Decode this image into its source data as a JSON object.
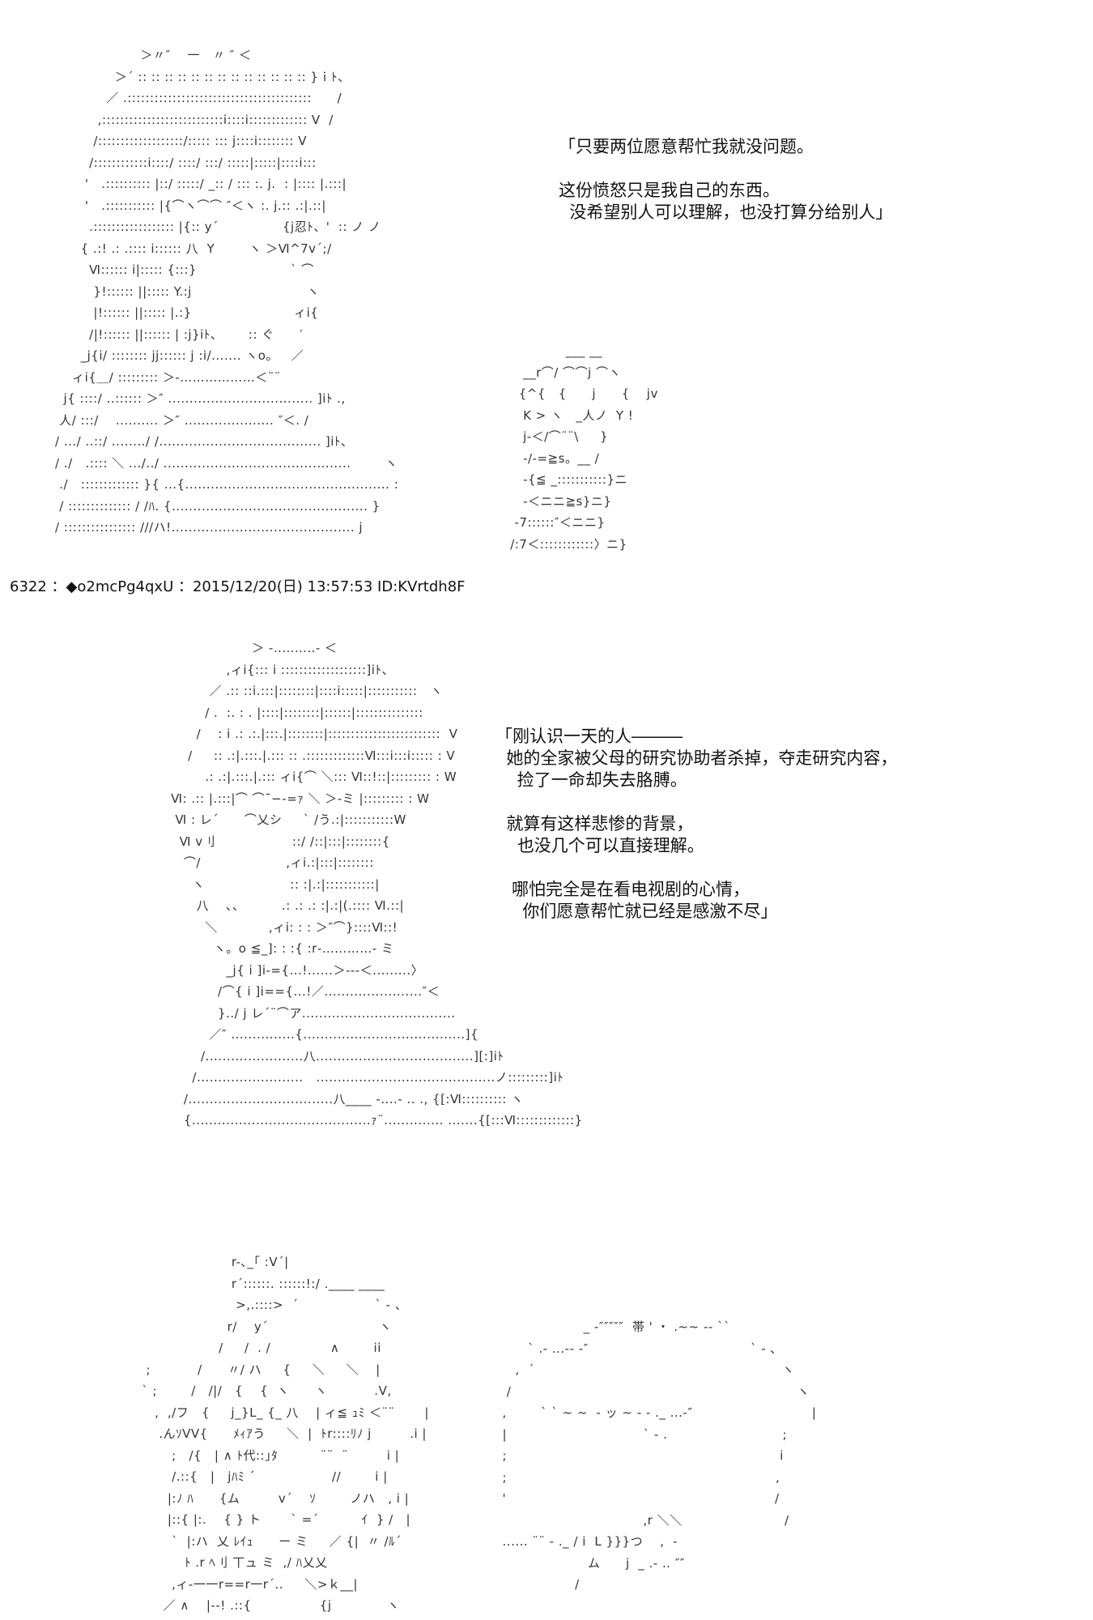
{
  "block1": {
    "character_art": "                    ＞〃″    一   〃 ″ ＜\n              ＞´ :: :: :: :: :: :: :: :: :: :: :: :: :: }ｉﾄ、\n            ／ .:::::::::::::::::::::::::::::::::::::::::      /\n          ,:::::::::::::::::::::::::::i::::i::::::::::::: V  /\n         /:::::::::::::::::::/::::: ::: j::::i:::::::: V\n        /::::::::::::i::::/ ::::/ :::/ :::::|:::::|::::i:::\n       '   .:::::::::: |::/ :::::/ _:: / ::: :. j.  : |:::: |.:::|\n       '   .::::::::::: |{⌒ヽ⌒⌒ ″＜ヽ :. j.:: .:|.::|\n        .:::::::::::::::::: |{:: y´               {j忍ﾄ、'  :: ノ ノ\n      { .:! .: .:::: i:::::: 八  Y        ヽ ＞Ⅵ^7v´;/\n        Ⅵ:::::: i|::::: {:::}                      ` ⌒\n         }!:::::: ||::::: Y.:j                           ヽ\n         |!:::::: ||::::: |.:}                        ィi{\n        /|!:::::: ||:::::: | :j}iﾄ、      :: ぐ      ′\n      _j{i/ :::::::: jj:::::: j :i/....... ヽo。   ／\n    ィi{＿/ ::::::::: ＞-………………＜¨¨\n  j{ ::::/ ..:::::: ＞″ .................................. ]iﾄ .,\n 人/ :::/    .......... ＞″ ..................... ″＜. /\n/ .../ ..::/ ......../ /...................................... ]iﾄ、\n/ ./   .:::: ＼ .../../ ............................................        ヽ\n ./   ::::::::::::: }{ ...{................................................ :\n / :::::::::::::: / /ﾊ. {.............................................. }\n/ :::::::::::::::: ///ハ!........................................... j",
    "fist_art": "              ___ __\n    __r⌒/ ⌒⌒j ⌒ヽ\n   {^{   {      j      {    jv\n    K > ヽ   _人ノ  Y !\n    j-＜/⌒¨¨\\     }\n    -/-=≧s。__ /\n    -{≦ _:::::::::::}ニ\n    -＜ニニ≧s}ニ}\n  -7::::::″＜ニニ}\n /:7＜::::::::::::〉ニ}",
    "dialog": "「只要两位愿意帮忙我就没问题。\n\n这份愤怒只是我自己的东西。\n  没希望别人可以理解，也没打算分给别人」"
  },
  "post_header": "6322 ：◆o2mcPg4qxU ：2015/12/20(日) 13:57:53 ID:KVrtdh8F",
  "block2": {
    "character_art": "                       ＞ -‥……‥- ＜\n                 ,ィi{::: i :::::::::::::::::::]iﾄ、\n             ／ .:: ::i.:::|::::::::|::::i:::::|:::::::::::   ヽ\n            / .  :. : . |::::|::::::::|::::::|:::::::::::::::\n          /    : i .: .:.|:::.|::::::::|:::::::::::::::::::::::::  V\n        /     :: .:|.:::.|.::: :: .:::::::::::::Ⅵ:::i:::i::::: : V\n            .: .:|.:::.|.::: ィi{⌒ ＼::: Ⅵ::!::|::::::::: : W\n    Ⅵ: .:: |.:::|⌒ ⌒¯−‐=ｧ ＼ ＞-ミ |::::::::: : W\n     Ⅵ : レ´      ⌒乂シ     ` /う.:|:::::::::::W\n      Ⅵ v刂                  ::/ /::|:::|::::::::{\n       ⌒/                    ,ィi.:|:::|::::::::\n         ヽ                    :: :|.:|:::::::::::|\n          八    ､､          .: .: .: :|.:|(.:::: Ⅵ.::|\n            ＼            ,ィi: : : ＞″⌒}::::Ⅵ::!\n              ヽ。o ≦_]: : :{ :r‐…………‐ ミ\n                 _j{ i ]i-={...!......＞---＜.........〉\n               /⌒{ i ]i=={...!／.......................″＜\n               }../ j レ´¨⌒ア....................................\n             ／″ ...............{......................................]{\n           /.......................八.....................................][:]iﾄ\n         /.........................   ..........................................ノ:::::::::]iﾄ\n       /..................................八____ -‥‥- .. ., {[:Ⅵ:::::::::: ヽ\n       {..........................................ｧ¨.............. .......{[:::Ⅵ:::::::::::::}",
    "dialog": "「刚认识一天的人―――\n  她的全家被父母的研究协助者杀掉，夺走研究内容，\n    捡了一命却失去胳膊。\n\n  就算有这样悲惨的背景，\n    也没几个可以直接理解。\n\n   哪怕完全是在看电视剧的心情，\n     你们愿意帮忙就已经是感激不尽」"
  },
  "block3": {
    "character_art": "                      r-､_｢ :V´|\n                      r´::::::. ::::::!:/ .____ ____\n                       >,.::::>  ´                  ` ‐ 、\n                     r/    y´                          ヽ\n                   /     /  . /              ∧        ii\n  ;           /      〃/ ハ     {     ＼     ＼    |\n ` ;        /   /|/   {    {  ヽ      ヽ           .V,\n    ,  ,/フ   {     j_}L_ {_ 八    | ィ≦ ｭﾐ ＜¨¨       |\n     .んｿVV{      ﾒｨｱう     ＼  |  ﾄr::::ﾘﾉ j         .i |\n        ;   /{   | ∧ ﾄ代::｣ﾀ          ¨¨  ¨         i |\n        /.::{   |   jﾊﾐ ´                  //        i |\n       |:ﾉ ﾊ      {ム         v´    ｿ        ノハ   , i |\n       |::{ |:.    { } ト       ` =´          ｲ  } /   |\n        `  |:ハ  乂 ﾚｲｭ      ー ミ     ／ {|  〃 /ﾙ´\n           ﾄ .r ﾍ刂 丅ュ ミ  ,/ ﾊ乂乂\n        ,ィ-一一r==r一r´..     ＼>ｋ__|\n      ／ ∧    |--! .::{                {j             ヽ",
    "hair_art": "                     _ -″″″″″  帯 ' ・ .~~ -- ``\n        ` .- ...-- -″                                      ` ‐ ､\n     ,  ´                                                          ヽ\n   /                                                                   ヽ\n  ,        ` ` ~ ~  ‐ ッ ~ ‐ - ._ ...-″                            |\n  |                                ` ‐ .                           ;\n  ;                                                                i\n  ;                                                               ,\n  '                                                               /\n                                   ,r ＼＼                        /\n  ...... ¨¨ - ._ / i  L }}}つ    ,  -\n                      ム      j  _ .- ‥ ″″\n                   /"
  }
}
